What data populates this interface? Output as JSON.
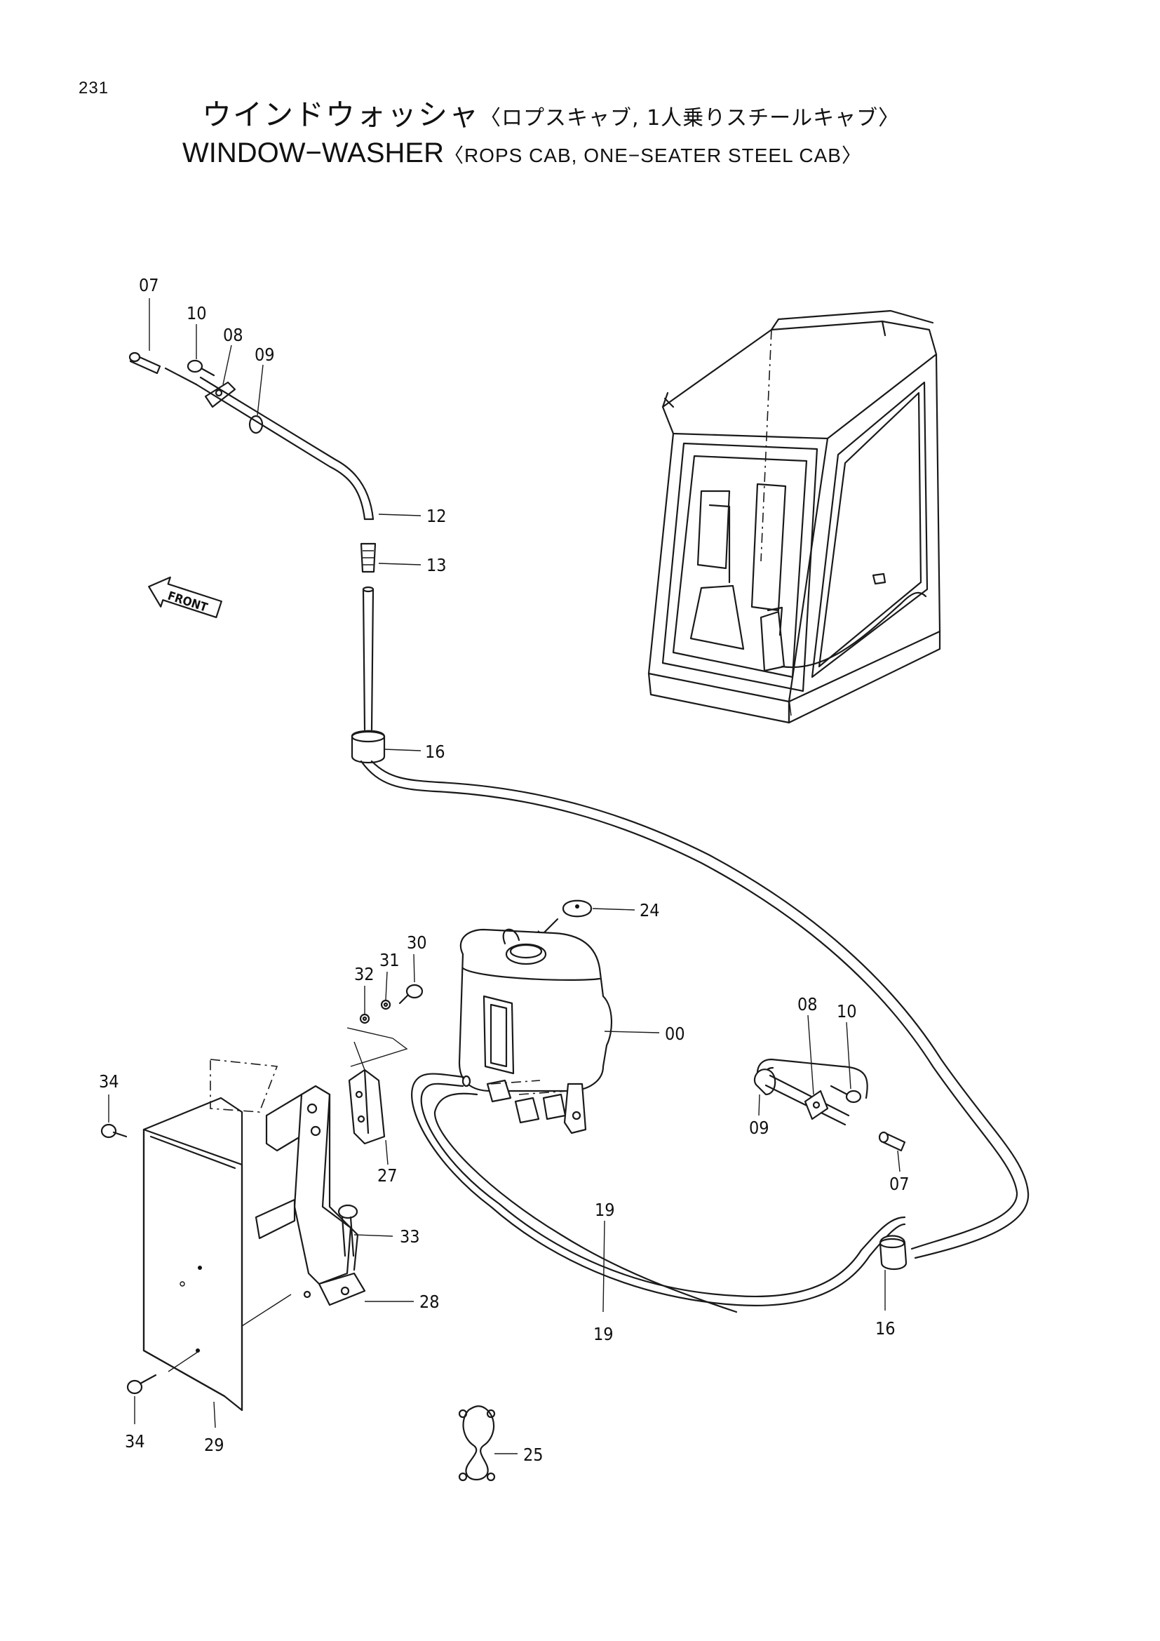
{
  "page_number": "231",
  "title": {
    "jp_main": "ウインドウォッシャ",
    "jp_sub": "〈ロプスキャブ, 1人乗りスチールキャブ〉",
    "en_main": "WINDOW−WASHER",
    "en_sub": "〈ROPS CAB, ONE−SEATER STEEL CAB〉"
  },
  "front_arrow_label": "FRONT",
  "part_numbers": {
    "p07_top": "07",
    "p10_top": "10",
    "p08_top": "08",
    "p09_top": "09",
    "p12": "12",
    "p13": "13",
    "p16_top": "16",
    "p24": "24",
    "p30": "30",
    "p31": "31",
    "p32": "32",
    "p00": "00",
    "p08_right": "08",
    "p10_right": "10",
    "p09_right": "09",
    "p07_right": "07",
    "p34_top": "34",
    "p27": "27",
    "p19_top": "19",
    "p33": "33",
    "p28": "28",
    "p19_bottom": "19",
    "p16_right": "16",
    "p34_bottom": "34",
    "p29": "29",
    "p25": "25"
  }
}
